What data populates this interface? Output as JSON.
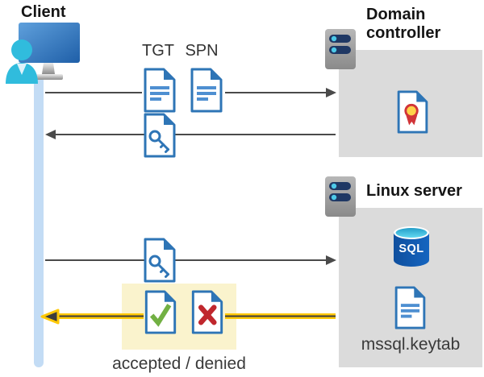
{
  "client": {
    "label": "Client"
  },
  "requests": {
    "tgt_label": "TGT",
    "spn_label": "SPN"
  },
  "domain_controller": {
    "label": "Domain controller"
  },
  "linux_server": {
    "label": "Linux server",
    "sql_badge": "SQL",
    "keytab_file": "mssql.keytab"
  },
  "response": {
    "result_label": "accepted / denied"
  },
  "colors": {
    "document_blue": "#2E75B6",
    "document_line_blue": "#4E8FD1",
    "accent_yellow": "#FFC907",
    "check_green": "#72B043",
    "cross_red": "#C0272D",
    "panel_gray": "#DBDBDB",
    "timeline_blue": "#C3DCF5",
    "arrow_gray": "#4A4A4A",
    "sql_cylinder_blue": "#1159A8",
    "certificate_seal_yellow": "#FFD24A",
    "certificate_ribbon_red": "#D13438"
  }
}
